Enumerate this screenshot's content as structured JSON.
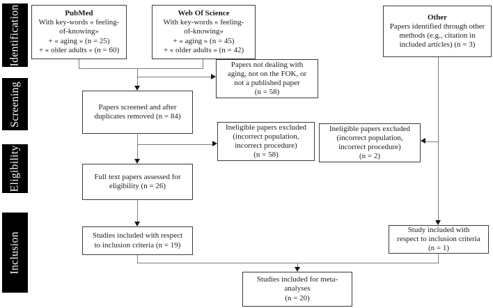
{
  "sidebar": {
    "stages": [
      "Identification",
      "Screening",
      "Eligibility",
      "Inclusion"
    ]
  },
  "boxes": {
    "pubmed": {
      "lines": [
        "PubMed",
        "With key-words « feeling-",
        "of-knowing»",
        "+ « aging » (n = 25)",
        "+ « older adults » (n = 60)"
      ]
    },
    "web_of_science": {
      "lines": [
        "Web Of Science",
        "With key-words « feeling-",
        "of-knowing»",
        "+ « aging » (n = 45)",
        "+ « older adults » (n = 42)"
      ]
    },
    "other": {
      "lines": [
        "Other",
        "Papers identified through other",
        "methods (e.g., citation in",
        "included articles) (n = 3)"
      ]
    },
    "excluded_top": {
      "lines": [
        "Papers not dealing with",
        "aging, not on the FOK, or",
        "not a published paper",
        "(n = 58)"
      ]
    },
    "screened": {
      "lines": [
        "Papers screened and after",
        "duplicates removed (n = 84)"
      ]
    },
    "ineligible_main": {
      "lines": [
        "Ineligible papers excluded",
        "(incorrect population,",
        "incorrect procedure)",
        "(n = 58)"
      ]
    },
    "ineligible_other": {
      "lines": [
        "Ineligible papers excluded",
        "(incorrect population,",
        "incorrect procedure)",
        "(n = 2)"
      ]
    },
    "full_text": {
      "lines": [
        "Full text papers assessed for",
        "eligibility (n = 26)"
      ]
    },
    "included_criteria": {
      "lines": [
        "Studies included with respect",
        "to inclusion criteria (n = 19)"
      ]
    },
    "included_other": {
      "lines": [
        "Study included with",
        "respect to inclusion criteria",
        "(n = 1)"
      ]
    },
    "meta_analyses": {
      "lines": [
        "Studies included for meta-",
        "analyses",
        "(n = 20)"
      ]
    }
  },
  "colors": {
    "band_bg": "#000000",
    "band_text": "#ffffff",
    "box_border": "#3a3a3a",
    "connector": "#7d7d7d",
    "arrow": "#161616",
    "background": "#ffffff"
  }
}
